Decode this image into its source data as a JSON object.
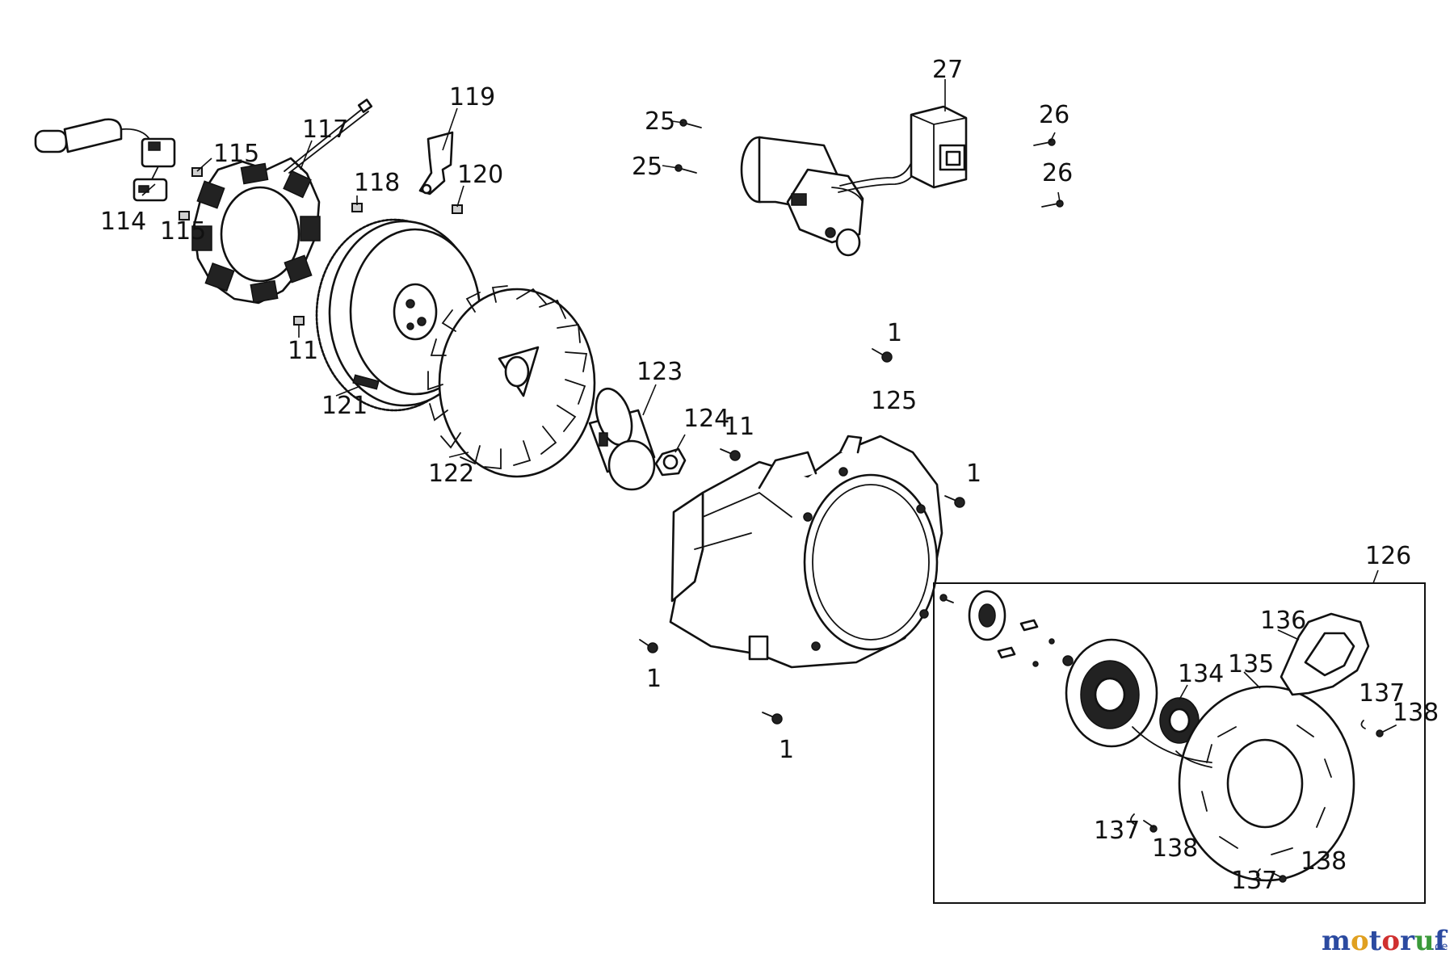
{
  "labels": {
    "l27": "27",
    "l25a": "25",
    "l25b": "25",
    "l26a": "26",
    "l26b": "26",
    "l119": "119",
    "l117": "117",
    "l115a": "115",
    "l115b": "115",
    "l114": "114",
    "l118": "118",
    "l120": "120",
    "l11a": "11",
    "l121": "121",
    "l122": "122",
    "l123": "123",
    "l124": "124",
    "l11b": "11",
    "l1a": "1",
    "l125": "125",
    "l1b": "1",
    "l1c": "1",
    "l1d": "1",
    "l126": "126",
    "l136": "136",
    "l134": "134",
    "l135": "135",
    "l137a": "137",
    "l138a": "138",
    "l137b": "137",
    "l138b": "138",
    "l137c": "137",
    "l138c": "138"
  },
  "watermark": {
    "brand": "motoruf",
    "suffix": ".de"
  }
}
